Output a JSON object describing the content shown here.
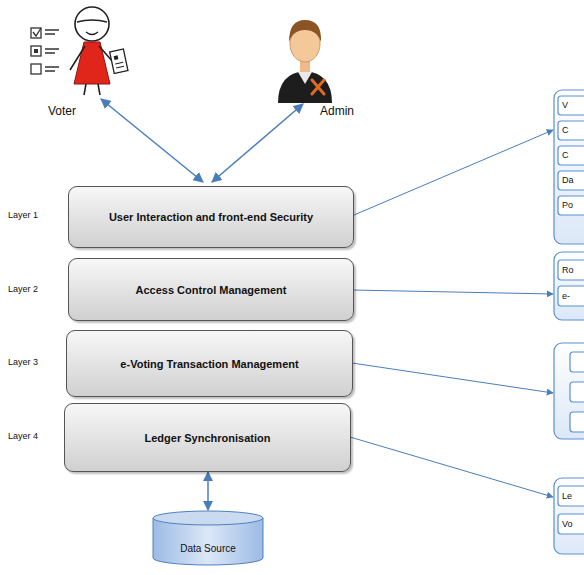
{
  "diagram": {
    "nodes": [
      {
        "text": [
          "User Interaction and front-end Security"
        ]
      },
      {
        "text": [
          "Access Control Management"
        ]
      },
      {
        "text": [
          "e-Voting Transaction  Management"
        ]
      },
      {
        "text": [
          "Ledger Synchronisation"
        ]
      },
      {
        "text": [
          "Data Source"
        ]
      }
    ],
    "edges": [
      {
        "from": 3,
        "to": 4,
        "arrow": "both"
      }
    ],
    "labels": [
      "Voter",
      "Admin",
      "Layer 1",
      "Layer 2",
      "Layer 3",
      "Layer 4",
      "V",
      "C",
      "C",
      "Da",
      "Po",
      "Ro",
      "e-",
      "Le",
      "Vo"
    ]
  }
}
